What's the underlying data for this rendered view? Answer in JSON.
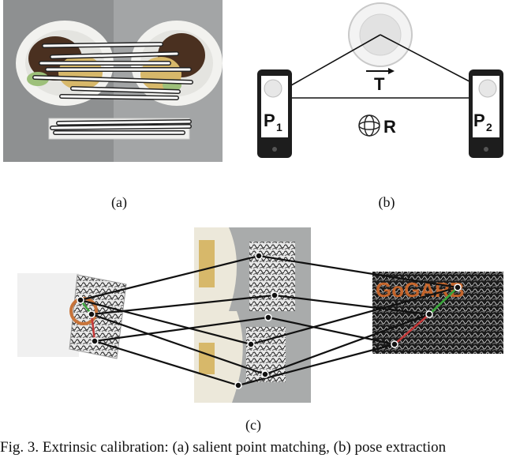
{
  "panels": {
    "a": {
      "label": "(a)"
    },
    "b": {
      "label": "(b)",
      "pose_left": "P",
      "pose_left_sub": "1",
      "pose_right": "P",
      "pose_right_sub": "2",
      "translation": "T",
      "rotation": "R"
    },
    "c": {
      "label": "(c)",
      "logo_text": "GoGARB"
    }
  },
  "caption": "Fig. 3. Extrinsic calibration: (a) salient point matching, (b) pose extraction"
}
